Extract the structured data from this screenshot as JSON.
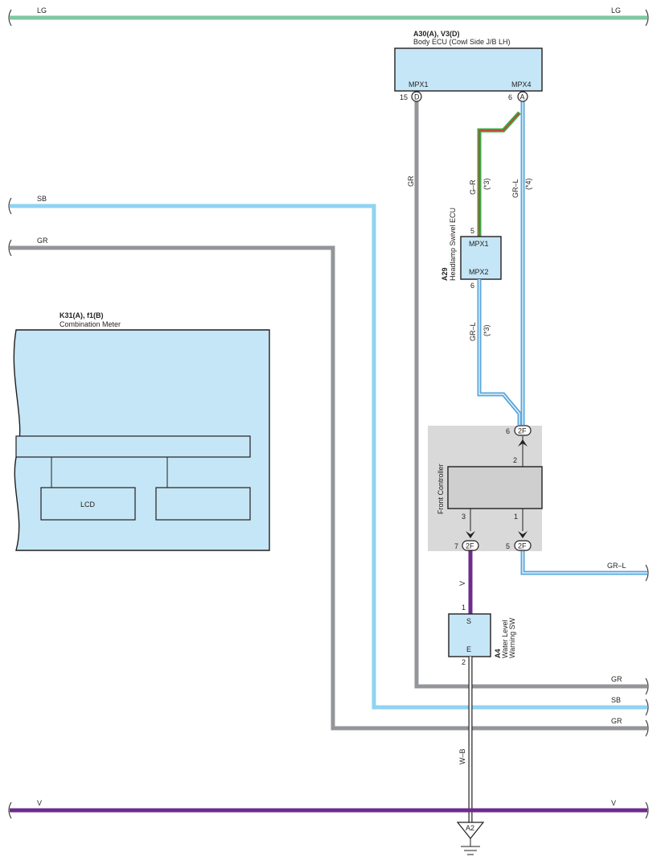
{
  "wires": {
    "lg": "LG",
    "sb": "SB",
    "gr": "GR",
    "v": "V",
    "gr_l": "GR–L",
    "g_r": "G–R",
    "w_b": "W–B",
    "note3": "(*3)",
    "note4": "(*4)"
  },
  "body_ecu": {
    "code": "A30(A), V3(D)",
    "name": "Body ECU (Cowl Side J/B LH)",
    "mpx1": "MPX1",
    "mpx4": "MPX4",
    "pin15": "15",
    "pin6": "6",
    "conn_d": "D",
    "conn_a": "A"
  },
  "headlamp_ecu": {
    "code": "A29",
    "name": "Headlamp Swivel ECU",
    "mpx1": "MPX1",
    "mpx2": "MPX2",
    "pin5": "5",
    "pin6": "6"
  },
  "combination_meter": {
    "code": "K31(A), f1(B)",
    "name": "Combination Meter",
    "lcd": "LCD"
  },
  "front_controller": {
    "name": "Front Controller",
    "conn": "2F",
    "pin6": "6",
    "pin7": "7",
    "pin5": "5",
    "pin2": "2",
    "pin3": "3",
    "pin1": "1"
  },
  "water_sw": {
    "code": "A4",
    "name_line1": "Water Level",
    "name_line2": "Warning SW",
    "s": "S",
    "e": "E",
    "pin1": "1",
    "pin2": "2"
  },
  "ground": {
    "code": "A2"
  },
  "colors": {
    "lg": "#7fc7a2",
    "sb": "#8fd3f2",
    "gr": "#939598",
    "v": "#6d2c8c",
    "green": "#3aab49",
    "red": "#e2322c",
    "blue_l": "#5aa7dc",
    "box": "#c5e6f6",
    "shade": "#d9d9da"
  }
}
